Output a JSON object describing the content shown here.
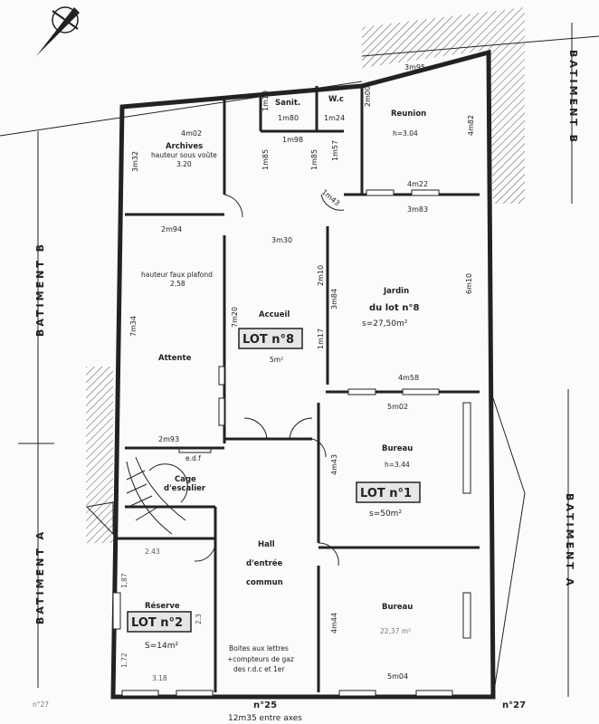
{
  "north_symbol": "north-arrow",
  "side_labels": {
    "left_upper": "BATIMENT B",
    "left_lower": "BATIMENT A",
    "right_upper": "BATIMENT B",
    "right_lower": "BATIMENT A"
  },
  "rooms": {
    "archives": {
      "name": "Archives",
      "note1": "hauteur sous voûte",
      "note2": "3.20",
      "width": "4m02",
      "height": "3m32"
    },
    "sanit": {
      "name": "Sanit.",
      "w": "1m80",
      "h": "1m10"
    },
    "wc": {
      "name": "W.c",
      "w": "1m24",
      "h": "1m57"
    },
    "reunion": {
      "name": "Reunion",
      "note": "h=3.04",
      "top": "3m95",
      "left": "2m00",
      "right": "4m82",
      "bottom": "4m22"
    },
    "attente": {
      "name": "Attente",
      "note1": "hauteur faux plafond",
      "note2": "2.58",
      "top": "2m94",
      "left": "7m34",
      "bottom": "2m93"
    },
    "accueil": {
      "name": "Accueil",
      "top": "3m30",
      "left": "7m20",
      "right": "2m10",
      "lot": "LOT n°8",
      "surface": "5m²"
    },
    "jardin": {
      "name1": "Jardin",
      "name2": "du lot n°8",
      "surface": "s=27,50m²",
      "top": "3m83",
      "right": "6m10",
      "bottom": "4m58",
      "left": "3m84"
    },
    "bureau_top": {
      "name": "Bureau",
      "note": "h=3.44",
      "top": "5m02",
      "left": "4m43",
      "lot": "LOT n°1",
      "surface": "s=50m²"
    },
    "bureau_bottom": {
      "name": "Bureau",
      "left": "4m44",
      "bottom": "5m04",
      "handwritten": "22,37 m²"
    },
    "cage": {
      "name1": "Cage",
      "name2": "d'escalier"
    },
    "hall": {
      "name1": "Hall",
      "name2": "d'entrée",
      "name3": "commun"
    },
    "reserve": {
      "name": "Réserve",
      "lot": "LOT n°2",
      "surface": "S=14m²",
      "top": "2.43",
      "hw1": "1,87",
      "hw2": "2.3",
      "hw3": "1.72",
      "hw4": "3.18"
    },
    "boites": {
      "line1": "Boites aux lettres",
      "line2": "+compteurs de gaz",
      "line3": "des r.d.c et 1er"
    }
  },
  "misc": {
    "edf": "e.d.f",
    "dim_1m98": "1m98",
    "dim_1m85a": "1m85",
    "dim_1m85b": "1m85",
    "dim_1m43": "1m43",
    "dim_1m17": "1m17"
  },
  "footer": {
    "n25": "n°25",
    "axes": "12m35 entre axes",
    "n27": "n°27",
    "n_left": "n°27"
  }
}
